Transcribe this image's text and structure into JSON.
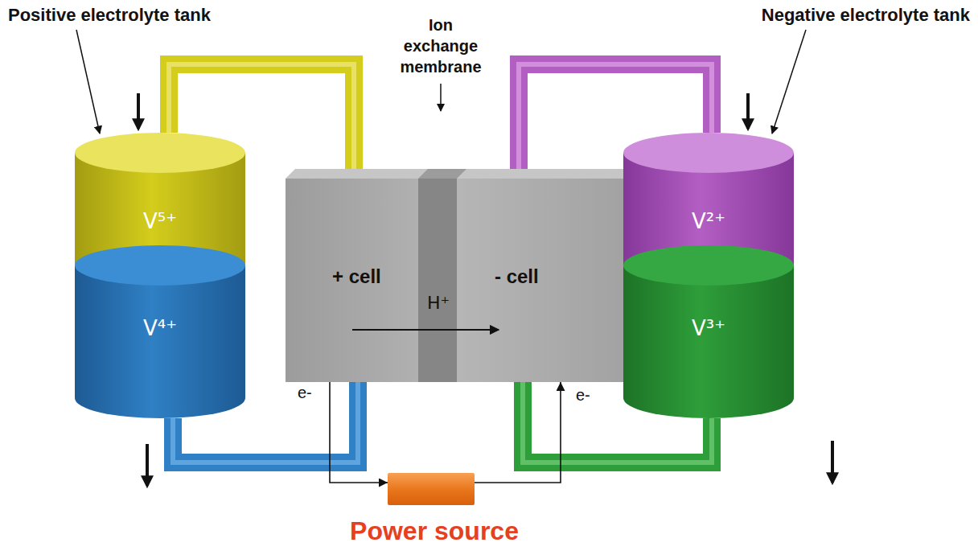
{
  "diagram": {
    "nodes": [
      {
        "text": [
          "V⁵⁺"
        ]
      },
      {
        "text": [
          "V⁴⁺"
        ]
      },
      {
        "text": [
          "+ cell"
        ]
      },
      {
        "text": [
          "- cell"
        ]
      },
      {
        "text": [
          "V²⁺"
        ]
      },
      {
        "text": [
          "V³⁺"
        ]
      },
      {
        "text": [
          "Power source"
        ]
      }
    ],
    "edges": [
      {
        "from": 2,
        "to": 0,
        "arrow": "none"
      },
      {
        "from": 1,
        "to": 2,
        "arrow": "none"
      },
      {
        "from": 3,
        "to": 4,
        "arrow": "none"
      },
      {
        "from": 5,
        "to": 3,
        "arrow": "none"
      },
      {
        "from": 2,
        "to": 6,
        "label": "e-",
        "arrow": "to"
      },
      {
        "from": 6,
        "to": 3,
        "label": "e-",
        "arrow": "to"
      }
    ],
    "labels": [
      "Positive electrolyte tank",
      "Ion exchange membrane",
      "Negative electrolyte tank",
      "H⁺"
    ]
  }
}
